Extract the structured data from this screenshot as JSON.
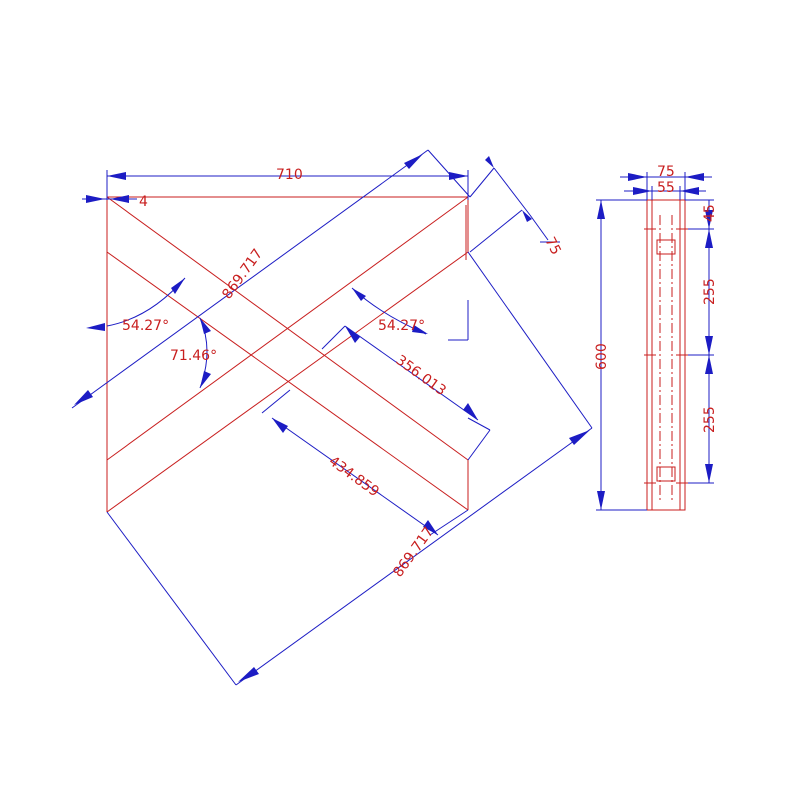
{
  "front_view": {
    "dimensions": {
      "width": "710",
      "offset": "4",
      "board_width": "75",
      "diagonal_upper": "869.717",
      "diagonal_lower": "869.717",
      "short_cut": "356.013",
      "long_cut": "434.859"
    },
    "angles": {
      "left_upper": "54.27°",
      "left_lower": "71.46°",
      "right": "54.27°"
    }
  },
  "side_view": {
    "dimensions": {
      "thickness_outer": "75",
      "thickness_inner": "55",
      "height": "600",
      "top_hole": "45",
      "hole_spacing_upper": "255",
      "hole_spacing_lower": "255"
    }
  }
}
